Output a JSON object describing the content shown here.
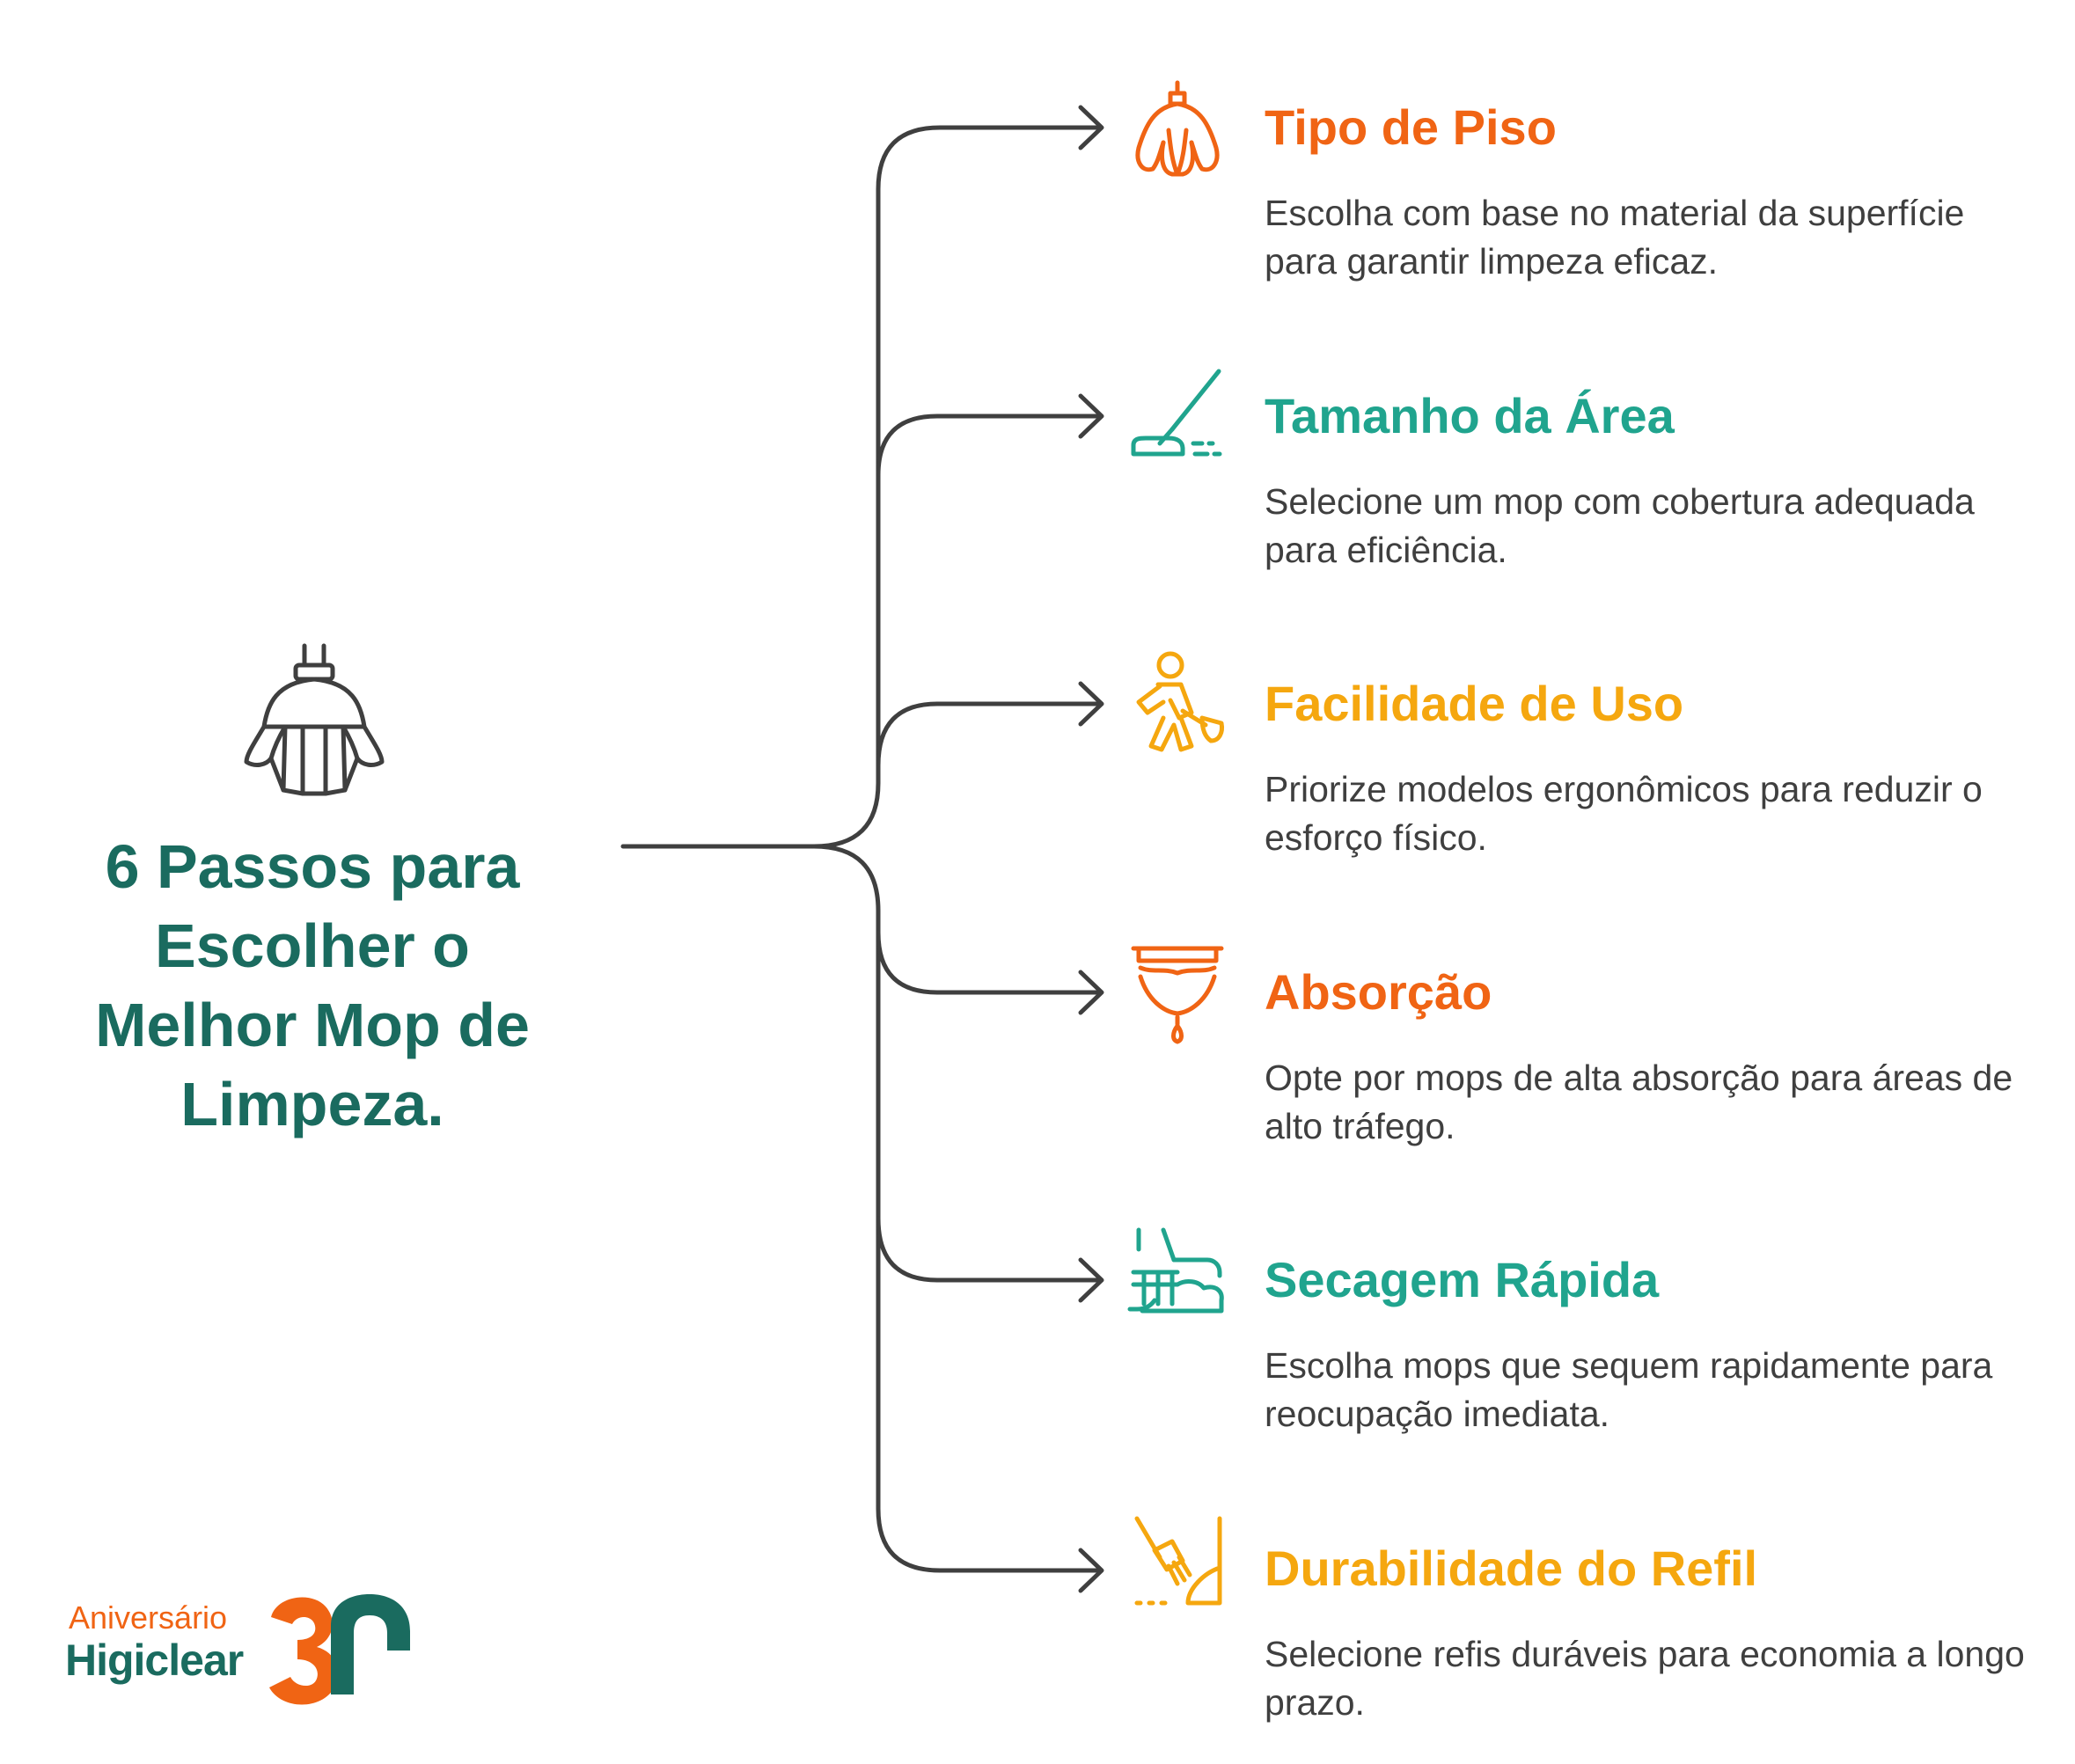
{
  "title": "6 Passos para Escolher o Melhor Mop de Limpeza.",
  "central_icon": "mop-head-icon",
  "steps": [
    {
      "title": "Tipo de Piso",
      "description": "Escolha com base no material da superfície para garantir limpeza eficaz.",
      "color": "#f06414",
      "icon": "mop-head-icon"
    },
    {
      "title": "Tamanho da Área",
      "description": "Selecione um mop com cobertura adequada para eficiência.",
      "color": "#20a48e",
      "icon": "floor-mop-icon"
    },
    {
      "title": "Facilidade de Uso",
      "description": "Priorize modelos ergonômicos para reduzir o esforço físico.",
      "color": "#f5a70f",
      "icon": "person-cleaning-icon"
    },
    {
      "title": "Absorção",
      "description": "Opte por mops de alta absorção para áreas de alto tráfego.",
      "color": "#f06414",
      "icon": "absorption-drop-icon"
    },
    {
      "title": "Secagem Rápida",
      "description": "Escolha mops que sequem rapidamente para reocupação imediata.",
      "color": "#20a48e",
      "icon": "quick-dry-icon"
    },
    {
      "title": "Durabilidade do Refil",
      "description": "Selecione refis duráveis para economia a longo prazo.",
      "color": "#f5a70f",
      "icon": "broom-dustpan-icon"
    }
  ],
  "logo": {
    "top_text": "Aniversário",
    "bottom_text": "Higiclear",
    "mark_text": "30"
  },
  "colors": {
    "title": "#1a6b5f",
    "connector": "#3f3f3f",
    "text": "#3f3f3f",
    "orange": "#f06414",
    "teal": "#20a48e",
    "yellow": "#f5a70f"
  }
}
